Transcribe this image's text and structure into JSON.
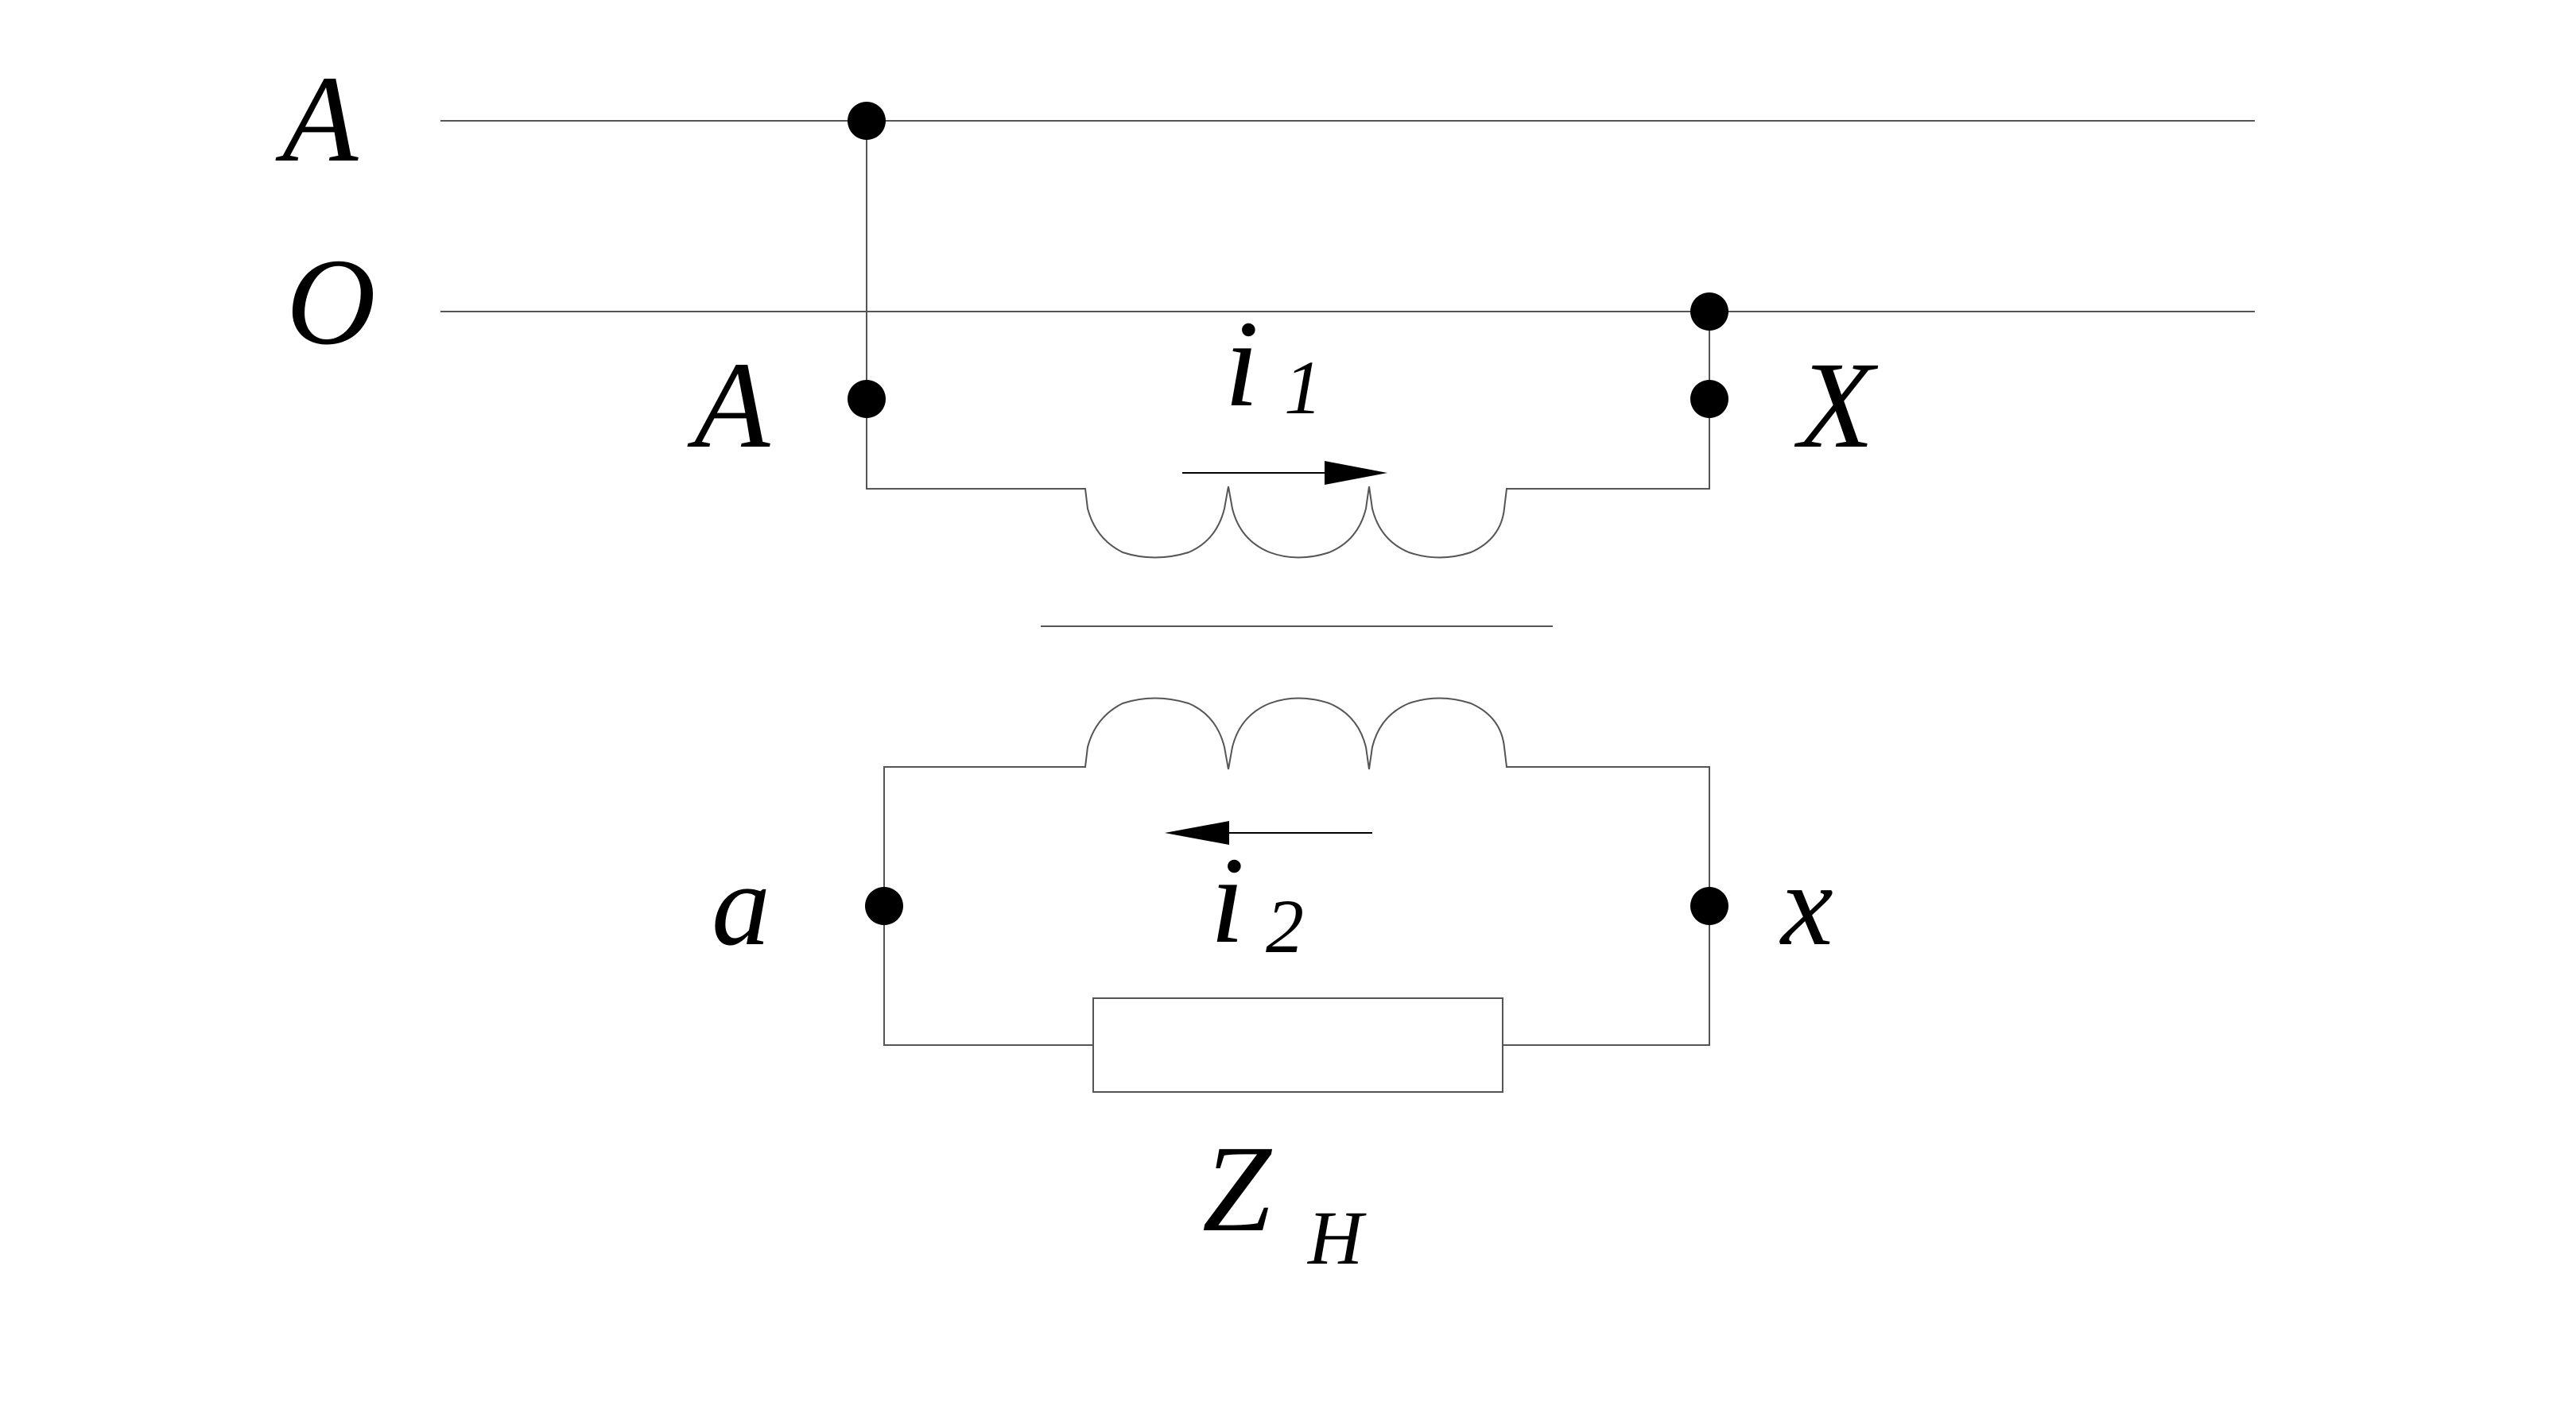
{
  "colors": {
    "ink": "#000000",
    "line": "#555555",
    "background": "#ffffff"
  },
  "labels": {
    "line_a": "A",
    "line_o": "O",
    "primary_start": "A",
    "primary_end": "X",
    "secondary_start": "a",
    "secondary_end": "x",
    "current_1": {
      "base": "i",
      "sub": "1"
    },
    "current_2": {
      "base": "i",
      "sub": "2"
    },
    "load": {
      "base": "Z",
      "sub": "H"
    }
  }
}
